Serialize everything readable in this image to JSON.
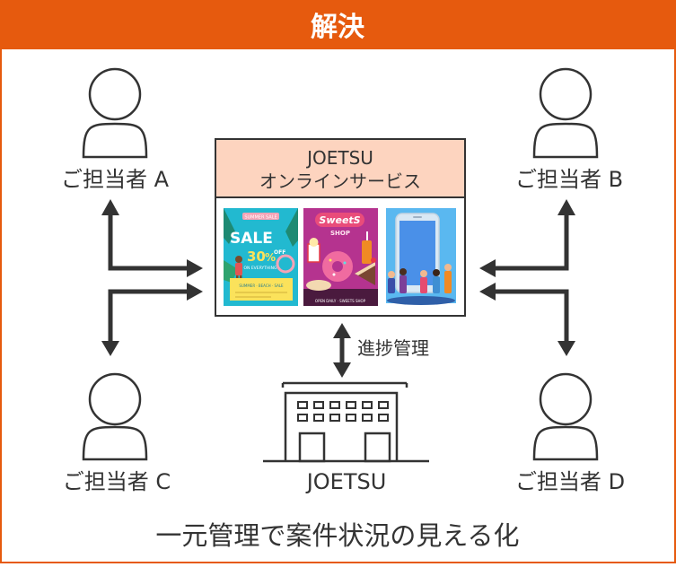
{
  "header": {
    "title": "解決",
    "bg_color": "#E65A0E"
  },
  "service": {
    "title_line1": "JOETSU",
    "title_line2": "オンラインサービス",
    "header_color": "#FDD4BF",
    "thumbnails": [
      {
        "name": "sale-poster",
        "tag": "SUMMER SALE",
        "headline": "SALE",
        "percent": "30",
        "percent_sign": "%",
        "off": "OFF",
        "caption": "ON EVERYTHING",
        "footer": "SUMMER · BEACH · SALE"
      },
      {
        "name": "sweets-shop-poster",
        "headline": "SweetS",
        "sub": "SHOP",
        "footer": "OPEN DAILY · SWEETS SHOP"
      },
      {
        "name": "smartphone-illustration"
      }
    ]
  },
  "persons": {
    "a": "ご担当者 A",
    "b": "ご担当者 B",
    "c": "ご担当者 C",
    "d": "ご担当者 D"
  },
  "company": {
    "label": "JOETSU",
    "progress_label": "進捗管理"
  },
  "footer": {
    "caption": "一元管理で案件状況の見える化"
  },
  "colors": {
    "frame": "#E65A0E",
    "line": "#333333",
    "text": "#333333"
  }
}
